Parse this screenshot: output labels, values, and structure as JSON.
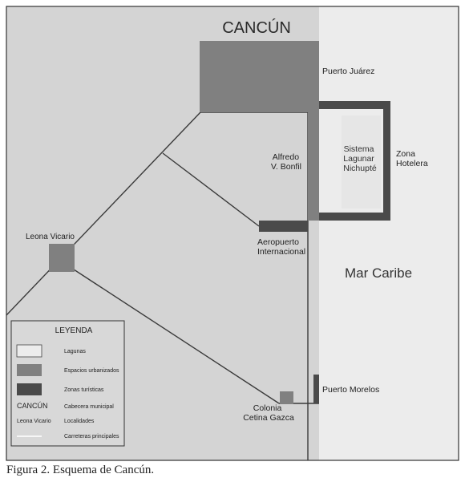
{
  "title": "CANCÚN",
  "sea_label": "Mar Caribe",
  "places": {
    "puerto_juarez": "Puerto Juárez",
    "alfredo_bonfil": [
      "Alfredo",
      "V. Bonfil"
    ],
    "laguna": [
      "Sistema",
      "Lagunar",
      "Nichupté"
    ],
    "zona_hotelera": [
      "Zona",
      "Hotelera"
    ],
    "aeropuerto": [
      "Aeropuerto",
      "Internacional"
    ],
    "leona_vicario": "Leona Vicario",
    "puerto_morelos": "Puerto Morelos",
    "colonia": [
      "Colonia",
      "Cetina Gazca"
    ]
  },
  "legend": {
    "title": "LEYENDA",
    "items": [
      {
        "label": "Lagunas"
      },
      {
        "label": "Espacios urbanizados"
      },
      {
        "label": "Zonas turísticas"
      },
      {
        "sample": "CANCÚN",
        "label": "Cabecera municipal"
      },
      {
        "sample": "Leona Vicario",
        "label": "Localidades"
      },
      {
        "label": "Carreteras principales"
      }
    ]
  },
  "caption": "Figura 2. Esquema de Cancún.",
  "colors": {
    "land": "#d4d4d4",
    "sea": "#ececec",
    "laguna": "#e6e6e6",
    "urban": "#808080",
    "tourist": "#4a4a4a",
    "road": "#3a3a3a",
    "frame": "#333333"
  }
}
